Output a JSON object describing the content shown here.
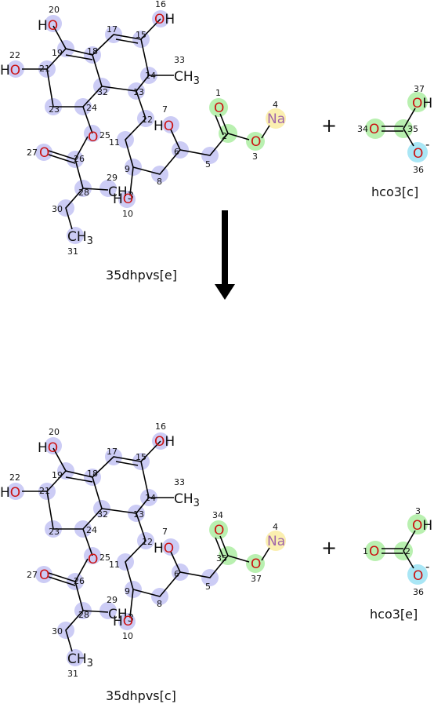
{
  "top": {
    "mol_label": "35dhpvs[e]",
    "ion_label": "hco3[c]",
    "plus": "+",
    "ion_numbers": {
      "o_top": "37",
      "o_left": "34",
      "c": "35",
      "o_minus": "36"
    },
    "ester_numbers": {
      "o_double": "1",
      "c": "2",
      "o_single": "3",
      "na": "4"
    }
  },
  "bottom": {
    "mol_label": "35dhpvs[c]",
    "ion_label": "hco3[e]",
    "plus": "+",
    "ion_numbers": {
      "o_top": "3",
      "o_left": "1",
      "c": "2",
      "o_minus": "36"
    },
    "ester_numbers": {
      "o_double": "34",
      "c": "35",
      "o_single": "37",
      "na": "4"
    }
  },
  "atom_text": {
    "oh": "OH",
    "ho": "HO",
    "ch3": "CH3",
    "o": "O",
    "na": "Na",
    "minus": "-"
  },
  "colors": {
    "oxygen": "#cc1111",
    "sodium": "#a066aa",
    "highlight_core": "#ccccf5",
    "highlight_reacting": "#b9f0b0",
    "highlight_sodium": "#fbefb0",
    "highlight_anion": "#a9e6f5"
  },
  "arrow": {
    "direction": "down"
  }
}
